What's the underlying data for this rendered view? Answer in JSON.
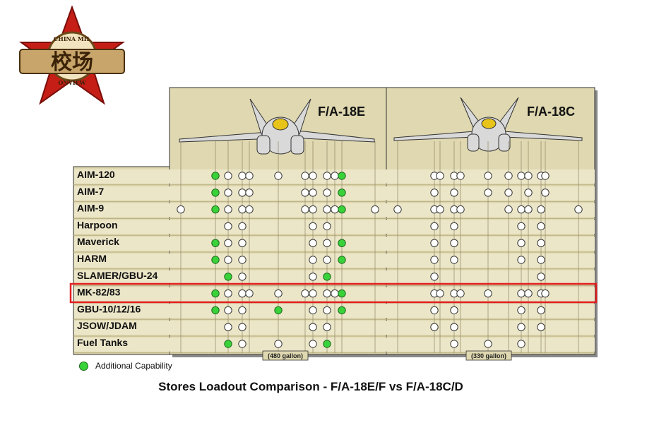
{
  "logo": {
    "top_text": "CHINA MIL",
    "bottom_text": "ONVIEW",
    "main_text": "校场"
  },
  "aircraft": [
    {
      "name": "F/A-18E",
      "tank_label": "(480 gallon)"
    },
    {
      "name": "F/A-18C",
      "tank_label": "(330 gallon)"
    }
  ],
  "stores": [
    "AIM-120",
    "AIM-7",
    "AIM-9",
    "Harpoon",
    "Maverick",
    "HARM",
    "SLAMER/GBU-24",
    "MK-82/83",
    "GBU-10/12/16",
    "JSOW/JDAM",
    "Fuel Tanks"
  ],
  "highlight_row": 7,
  "legend": {
    "label": "Additional Capability",
    "color": "#3ad23a"
  },
  "caption": "Stores Loadout Comparison - F/A-18E/F vs F/A-18C/D",
  "colors": {
    "panel": "#dfd8b0",
    "row_bg": "#ece6c8",
    "highlight": "#e02020",
    "green": "#3ad23a"
  },
  "chart_data": {
    "type": "table",
    "note": "w = capability, g = additional capability (green); columns are pylon positions left to right",
    "fa18e_pylons": 11,
    "fa18c_pylons": 9,
    "fa18e": [
      [
        "",
        "g",
        "wwww",
        "",
        "www",
        "g",
        "",
        ""
      ],
      [],
      [],
      [],
      [],
      [],
      [],
      [],
      [],
      [],
      []
    ],
    "rows_e": [
      [
        [
          "g",
          1
        ],
        [
          "w",
          2
        ],
        [
          "w",
          3
        ],
        [
          "w",
          4
        ],
        [
          "w",
          5
        ],
        [
          "w",
          6
        ],
        [
          "w",
          7
        ],
        [
          "w",
          8
        ],
        [
          "w",
          9
        ],
        [
          "g",
          10
        ]
      ],
      [
        [
          "g",
          1
        ],
        [
          "w",
          2
        ],
        [
          "w",
          3
        ],
        [
          "w",
          4
        ],
        [
          "w",
          6
        ],
        [
          "w",
          7
        ],
        [
          "w",
          8
        ],
        [
          "g",
          10
        ]
      ],
      [
        [
          "w",
          0
        ],
        [
          "g",
          1
        ],
        [
          "w",
          2
        ],
        [
          "w",
          3
        ],
        [
          "w",
          4
        ],
        [
          "w",
          6
        ],
        [
          "w",
          7
        ],
        [
          "w",
          8
        ],
        [
          "w",
          9
        ],
        [
          "g",
          10
        ],
        [
          "w",
          11
        ]
      ],
      [
        [
          "w",
          2
        ],
        [
          "w",
          3
        ],
        [
          "w",
          7
        ],
        [
          "w",
          8
        ]
      ],
      [
        [
          "g",
          1
        ],
        [
          "w",
          2
        ],
        [
          "w",
          3
        ],
        [
          "w",
          7
        ],
        [
          "w",
          8
        ],
        [
          "g",
          10
        ]
      ],
      [
        [
          "g",
          1
        ],
        [
          "w",
          2
        ],
        [
          "w",
          3
        ],
        [
          "w",
          7
        ],
        [
          "w",
          8
        ],
        [
          "g",
          10
        ]
      ],
      [
        [
          "g",
          2
        ],
        [
          "w",
          3
        ],
        [
          "w",
          7
        ],
        [
          "g",
          8
        ]
      ],
      [
        [
          "g",
          1
        ],
        [
          "w",
          2
        ],
        [
          "w",
          3
        ],
        [
          "w",
          4
        ],
        [
          "w",
          5
        ],
        [
          "w",
          6
        ],
        [
          "w",
          7
        ],
        [
          "w",
          8
        ],
        [
          "w",
          9
        ],
        [
          "g",
          10
        ]
      ],
      [
        [
          "g",
          1
        ],
        [
          "w",
          2
        ],
        [
          "w",
          3
        ],
        [
          "g",
          5
        ],
        [
          "w",
          7
        ],
        [
          "w",
          8
        ],
        [
          "g",
          10
        ]
      ],
      [
        [
          "w",
          2
        ],
        [
          "w",
          3
        ],
        [
          "w",
          7
        ],
        [
          "w",
          8
        ]
      ],
      [
        [
          "g",
          2
        ],
        [
          "w",
          3
        ],
        [
          "w",
          5
        ],
        [
          "w",
          7
        ],
        [
          "g",
          8
        ]
      ]
    ],
    "rows_c": [
      [
        [
          "w",
          1
        ],
        [
          "w",
          2
        ],
        [
          "w",
          3
        ],
        [
          "w",
          4
        ],
        [
          "w",
          5
        ],
        [
          "w",
          6
        ],
        [
          "w",
          7
        ],
        [
          "w",
          8
        ],
        [
          "w",
          9
        ],
        [
          "w",
          10
        ]
      ],
      [
        [
          "w",
          1
        ],
        [
          "w",
          3
        ],
        [
          "w",
          5
        ],
        [
          "w",
          6
        ],
        [
          "w",
          8
        ],
        [
          "w",
          10
        ]
      ],
      [
        [
          "w",
          0
        ],
        [
          "w",
          1
        ],
        [
          "w",
          2
        ],
        [
          "w",
          3
        ],
        [
          "w",
          4
        ],
        [
          "w",
          6
        ],
        [
          "w",
          7
        ],
        [
          "w",
          8
        ],
        [
          "w",
          9
        ],
        [
          "w",
          11
        ]
      ],
      [
        [
          "w",
          1
        ],
        [
          "w",
          3
        ],
        [
          "w",
          7
        ],
        [
          "w",
          9
        ]
      ],
      [
        [
          "w",
          1
        ],
        [
          "w",
          3
        ],
        [
          "w",
          7
        ],
        [
          "w",
          9
        ]
      ],
      [
        [
          "w",
          1
        ],
        [
          "w",
          3
        ],
        [
          "w",
          7
        ],
        [
          "w",
          9
        ]
      ],
      [
        [
          "w",
          1
        ],
        [
          "w",
          9
        ]
      ],
      [
        [
          "w",
          1
        ],
        [
          "w",
          2
        ],
        [
          "w",
          3
        ],
        [
          "w",
          4
        ],
        [
          "w",
          5
        ],
        [
          "w",
          7
        ],
        [
          "w",
          8
        ],
        [
          "w",
          9
        ],
        [
          "w",
          10
        ]
      ],
      [
        [
          "w",
          1
        ],
        [
          "w",
          3
        ],
        [
          "w",
          7
        ],
        [
          "w",
          9
        ]
      ],
      [
        [
          "w",
          1
        ],
        [
          "w",
          3
        ],
        [
          "w",
          7
        ],
        [
          "w",
          9
        ]
      ],
      [
        [
          "w",
          3
        ],
        [
          "w",
          5
        ],
        [
          "w",
          7
        ]
      ]
    ]
  }
}
